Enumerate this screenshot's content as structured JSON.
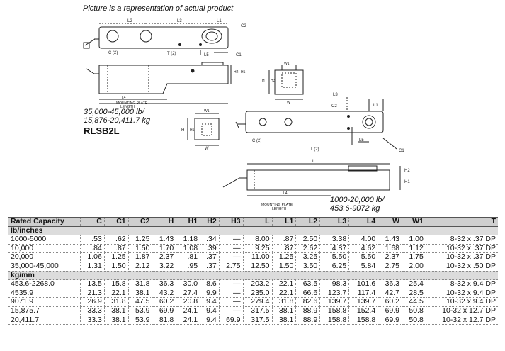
{
  "note": "Picture is a representation of actual product",
  "caption_large": {
    "line1": "35,000-45,000 lb/",
    "line2": "15,876-20,411.7 kg"
  },
  "model": "RLSB2L",
  "caption_small": {
    "line1": "1000-20,000 lb/",
    "line2": "453.6-9072 kg"
  },
  "drawing_labels": {
    "l2": "L2",
    "l3": "L3",
    "l1": "L1",
    "c2": "C2",
    "c": "C (2)",
    "t": "T (2)",
    "l5": "L5",
    "h1": "H1",
    "h2": "H2",
    "h3": "H3",
    "h": "H",
    "w": "W",
    "w1": "W1",
    "l": "L",
    "l4": "L4",
    "mounting_plate": "MOUNTING PLATE",
    "length": "LENGTH",
    "c1": "C1"
  },
  "table": {
    "headers": [
      "Rated Capacity",
      "C",
      "C1",
      "C2",
      "H",
      "H1",
      "H2",
      "H3",
      "L",
      "L1",
      "L2",
      "L3",
      "L4",
      "W",
      "W1",
      "T"
    ],
    "sections": [
      {
        "title": "lb/inches",
        "rows": [
          [
            "1000-5000",
            ".53",
            ".62",
            "1.25",
            "1.43",
            "1.18",
            ".34",
            "—",
            "8.00",
            ".87",
            "2.50",
            "3.38",
            "4.00",
            "1.43",
            "1.00",
            "8-32 x .37 DP"
          ],
          [
            "10,000",
            ".84",
            ".87",
            "1.50",
            "1.70",
            "1.08",
            ".39",
            "—",
            "9.25",
            ".87",
            "2.62",
            "4.87",
            "4.62",
            "1.68",
            "1.12",
            "10-32 x .37 DP"
          ],
          [
            "20,000",
            "1.06",
            "1.25",
            "1.87",
            "2.37",
            ".81",
            ".37",
            "—",
            "11.00",
            "1.25",
            "3.25",
            "5.50",
            "5.50",
            "2.37",
            "1.75",
            "10-32 x .37 DP"
          ],
          [
            "35,000-45,000",
            "1.31",
            "1.50",
            "2.12",
            "3.22",
            ".95",
            ".37",
            "2.75",
            "12.50",
            "1.50",
            "3.50",
            "6.25",
            "5.84",
            "2.75",
            "2.00",
            "10-32 x .50 DP"
          ]
        ]
      },
      {
        "title": "kg/mm",
        "rows": [
          [
            "453.6-2268.0",
            "13.5",
            "15.8",
            "31.8",
            "36.3",
            "30.0",
            "8.6",
            "—",
            "203.2",
            "22.1",
            "63.5",
            "98.3",
            "101.6",
            "36.3",
            "25.4",
            "8-32 x 9.4 DP"
          ],
          [
            "4535.9",
            "21.3",
            "22.1",
            "38.1",
            "43.2",
            "27.4",
            "9.9",
            "—",
            "235.0",
            "22.1",
            "66.6",
            "123.7",
            "117.4",
            "42.7",
            "28.5",
            "10-32 x 9.4 DP"
          ],
          [
            "9071.9",
            "26.9",
            "31.8",
            "47.5",
            "60.2",
            "20.8",
            "9.4",
            "—",
            "279.4",
            "31.8",
            "82.6",
            "139.7",
            "139.7",
            "60.2",
            "44.5",
            "10-32 x 9.4 DP"
          ],
          [
            "15,875.7",
            "33.3",
            "38.1",
            "53.9",
            "69.9",
            "24.1",
            "9.4",
            "—",
            "317.5",
            "38.1",
            "88.9",
            "158.8",
            "152.4",
            "69.9",
            "50.8",
            "10-32 x 12.7 DP"
          ],
          [
            "20,411.7",
            "33.3",
            "38.1",
            "53.9",
            "81.8",
            "24.1",
            "9.4",
            "69.9",
            "317.5",
            "38.1",
            "88.9",
            "158.8",
            "158.8",
            "69.9",
            "50.8",
            "10-32 x 12.7 DP"
          ]
        ]
      }
    ]
  }
}
